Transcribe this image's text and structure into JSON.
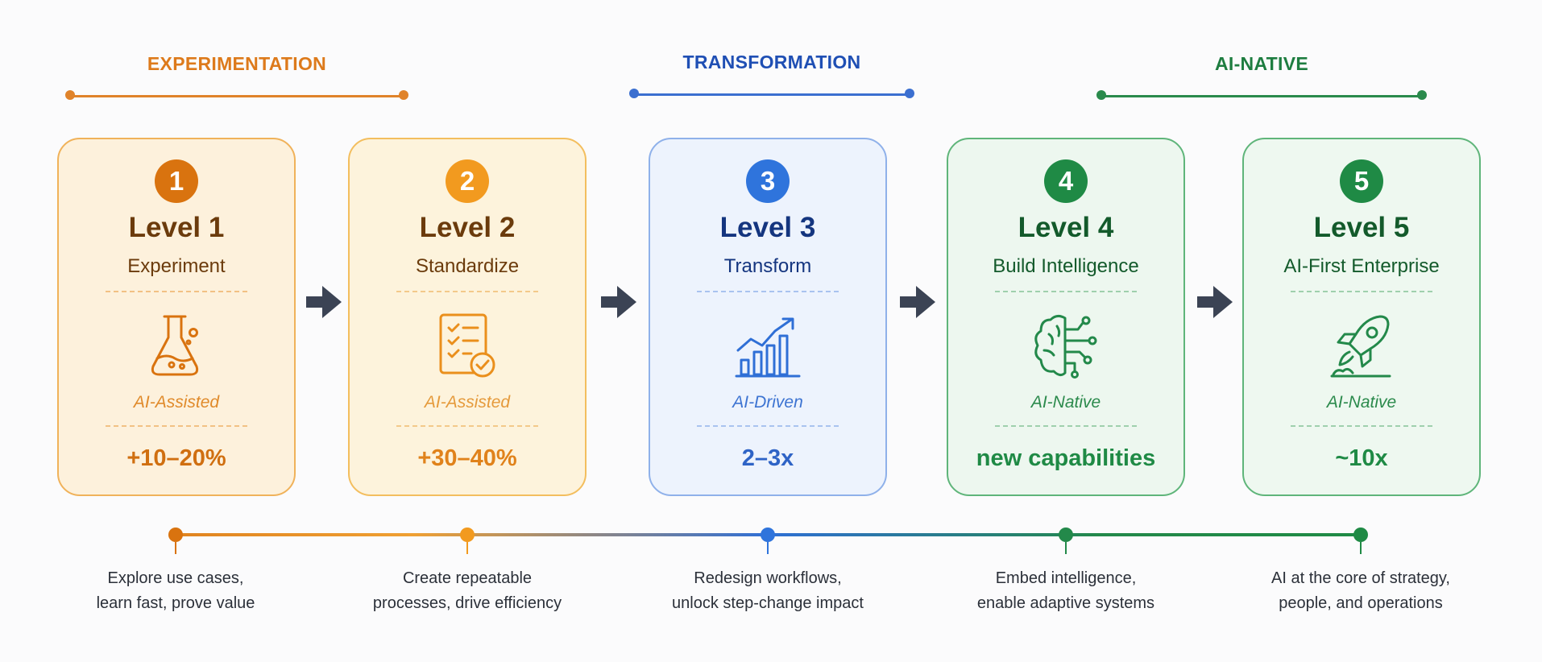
{
  "phases": [
    {
      "label": "EXPERIMENTATION",
      "color": "#dd7a1b"
    },
    {
      "label": "TRANSFORMATION",
      "color": "#2f63c9"
    },
    {
      "label": "AI-NATIVE",
      "color": "#23894a"
    }
  ],
  "levels": [
    {
      "number": "1",
      "title": "Level 1",
      "subtitle": "Experiment",
      "icon": "flask-icon",
      "mode": "AI-Assisted",
      "impact": "+10–20%",
      "description": [
        "Explore use cases,",
        "learn fast, prove value"
      ]
    },
    {
      "number": "2",
      "title": "Level 2",
      "subtitle": "Standardize",
      "icon": "checklist-icon",
      "mode": "AI-Assisted",
      "impact": "+30–40%",
      "description": [
        "Create repeatable",
        "processes, drive efficiency"
      ]
    },
    {
      "number": "3",
      "title": "Level 3",
      "subtitle": "Transform",
      "icon": "growth-chart-icon",
      "mode": "AI-Driven",
      "impact": "2–3x",
      "description": [
        "Redesign workflows,",
        "unlock step-change impact"
      ]
    },
    {
      "number": "4",
      "title": "Level 4",
      "subtitle": "Build Intelligence",
      "icon": "brain-circuit-icon",
      "mode": "AI-Native",
      "impact": "new capabilities",
      "description": [
        "Embed intelligence,",
        "enable adaptive systems"
      ]
    },
    {
      "number": "5",
      "title": "Level 5",
      "subtitle": "AI-First Enterprise",
      "icon": "rocket-icon",
      "mode": "AI-Native",
      "impact": "~10x",
      "description": [
        "AI at the core of strategy,",
        "people, and operations"
      ]
    }
  ],
  "colors": {
    "orange": "#dd7a1b",
    "amber": "#f29a1f",
    "blue": "#2f6fd6",
    "green": "#23894a",
    "arrow": "#3b4354"
  }
}
